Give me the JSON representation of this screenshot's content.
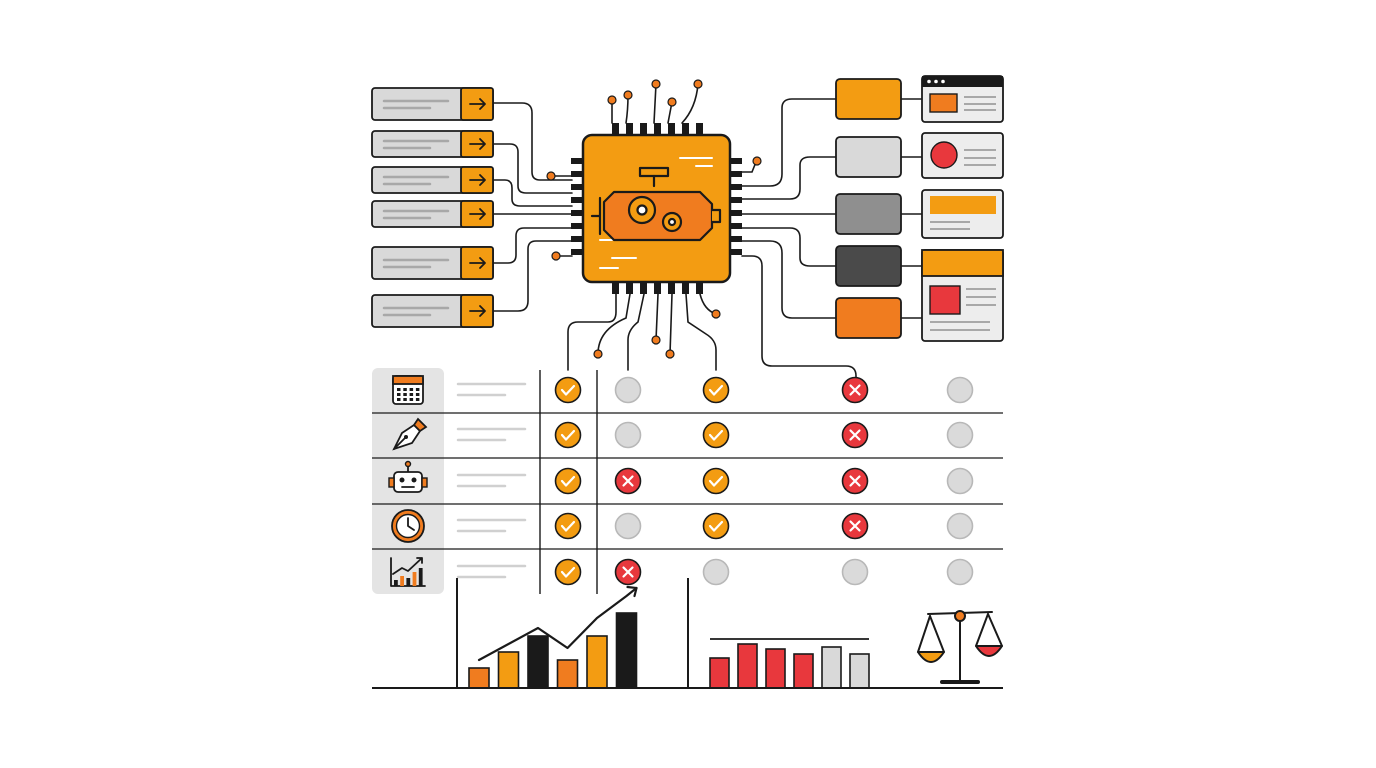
{
  "colors": {
    "orange": "#F39C12",
    "orange_dark": "#F07C1F",
    "red": "#E8383D",
    "gray_light": "#D9D9D9",
    "gray_mid": "#8F8F8F",
    "gray_dark": "#4A4A4A",
    "black": "#1A1A1A",
    "line_gray": "#A8A8A8"
  },
  "chip": {
    "icon": "engine-gears-icon"
  },
  "inputs": [
    {
      "icon": "arrow-right-icon"
    },
    {
      "icon": "arrow-right-icon"
    },
    {
      "icon": "arrow-right-icon"
    },
    {
      "icon": "arrow-right-icon"
    },
    {
      "icon": "arrow-right-icon"
    },
    {
      "icon": "arrow-right-icon"
    }
  ],
  "outputs": [
    {
      "swatch": "orange",
      "card": "browser-window-icon"
    },
    {
      "swatch": "gray_light",
      "card": "record-card-icon"
    },
    {
      "swatch": "gray_mid",
      "card": "banner-card-icon"
    },
    {
      "swatch": "gray_dark",
      "card": "article-card-icon"
    },
    {
      "swatch": "orange_dark",
      "card": "article-card-icon"
    }
  ],
  "matrix": {
    "rows": [
      {
        "icon": "calendar-icon",
        "cells": [
          "check",
          "empty",
          "check",
          "cross",
          "empty"
        ]
      },
      {
        "icon": "pen-nib-icon",
        "cells": [
          "check",
          "empty",
          "check",
          "cross",
          "empty"
        ]
      },
      {
        "icon": "robot-icon",
        "cells": [
          "check",
          "cross",
          "check",
          "cross",
          "empty"
        ]
      },
      {
        "icon": "clock-icon",
        "cells": [
          "check",
          "empty",
          "check",
          "cross",
          "empty"
        ]
      },
      {
        "icon": "growth-chart-icon",
        "cells": [
          "check",
          "cross",
          "empty",
          "empty",
          "empty"
        ]
      }
    ]
  },
  "chart_data": [
    {
      "type": "bar",
      "values": [
        20,
        36,
        52,
        28,
        52,
        75
      ],
      "colors": [
        "orange_dark",
        "orange",
        "black",
        "orange_dark",
        "orange",
        "black"
      ],
      "trend": [
        28,
        44,
        60,
        40,
        70,
        92
      ],
      "ylim": [
        0,
        100
      ]
    },
    {
      "type": "bar",
      "values": [
        30,
        44,
        39,
        34,
        41,
        34
      ],
      "colors": [
        "red",
        "red",
        "red",
        "red",
        "gray_light",
        "gray_light"
      ],
      "reference_line": 49,
      "ylim": [
        0,
        100
      ]
    }
  ],
  "scale": {
    "icon": "balance-scale-icon"
  }
}
